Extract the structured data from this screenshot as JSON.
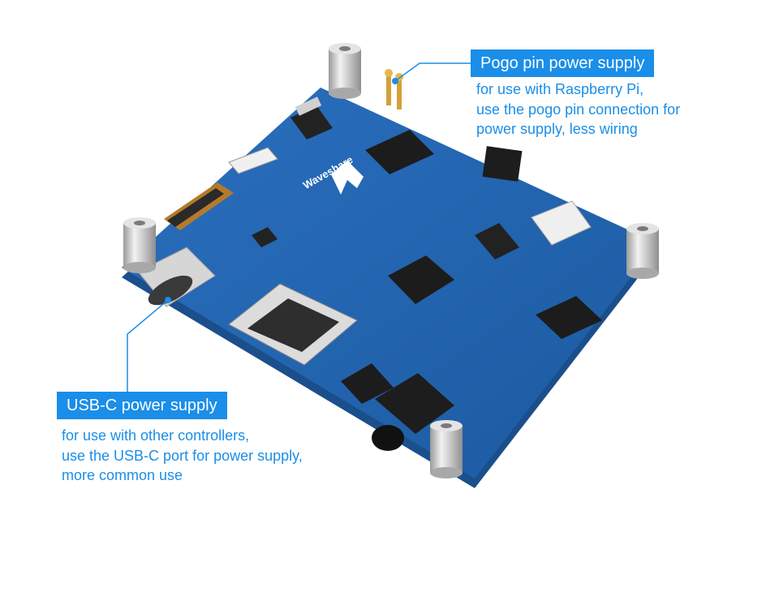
{
  "callouts": {
    "pogo": {
      "title": "Pogo pin power supply",
      "lines": [
        "for use with Raspberry Pi,",
        "use the pogo pin connection for",
        "power supply, less wiring"
      ]
    },
    "usbc": {
      "title": "USB-C power supply",
      "lines": [
        "for use with other controllers,",
        "use the USB-C port for power supply,",
        "more common use"
      ]
    }
  },
  "board": {
    "brand": "Waveshare"
  },
  "colors": {
    "accent": "#1a8ee8",
    "pcb": "#1f5fa6",
    "pcb_edge": "#1a4f8c",
    "standoff": "#c9c9c9"
  },
  "icons": [
    "waveshare-logo-icon"
  ]
}
